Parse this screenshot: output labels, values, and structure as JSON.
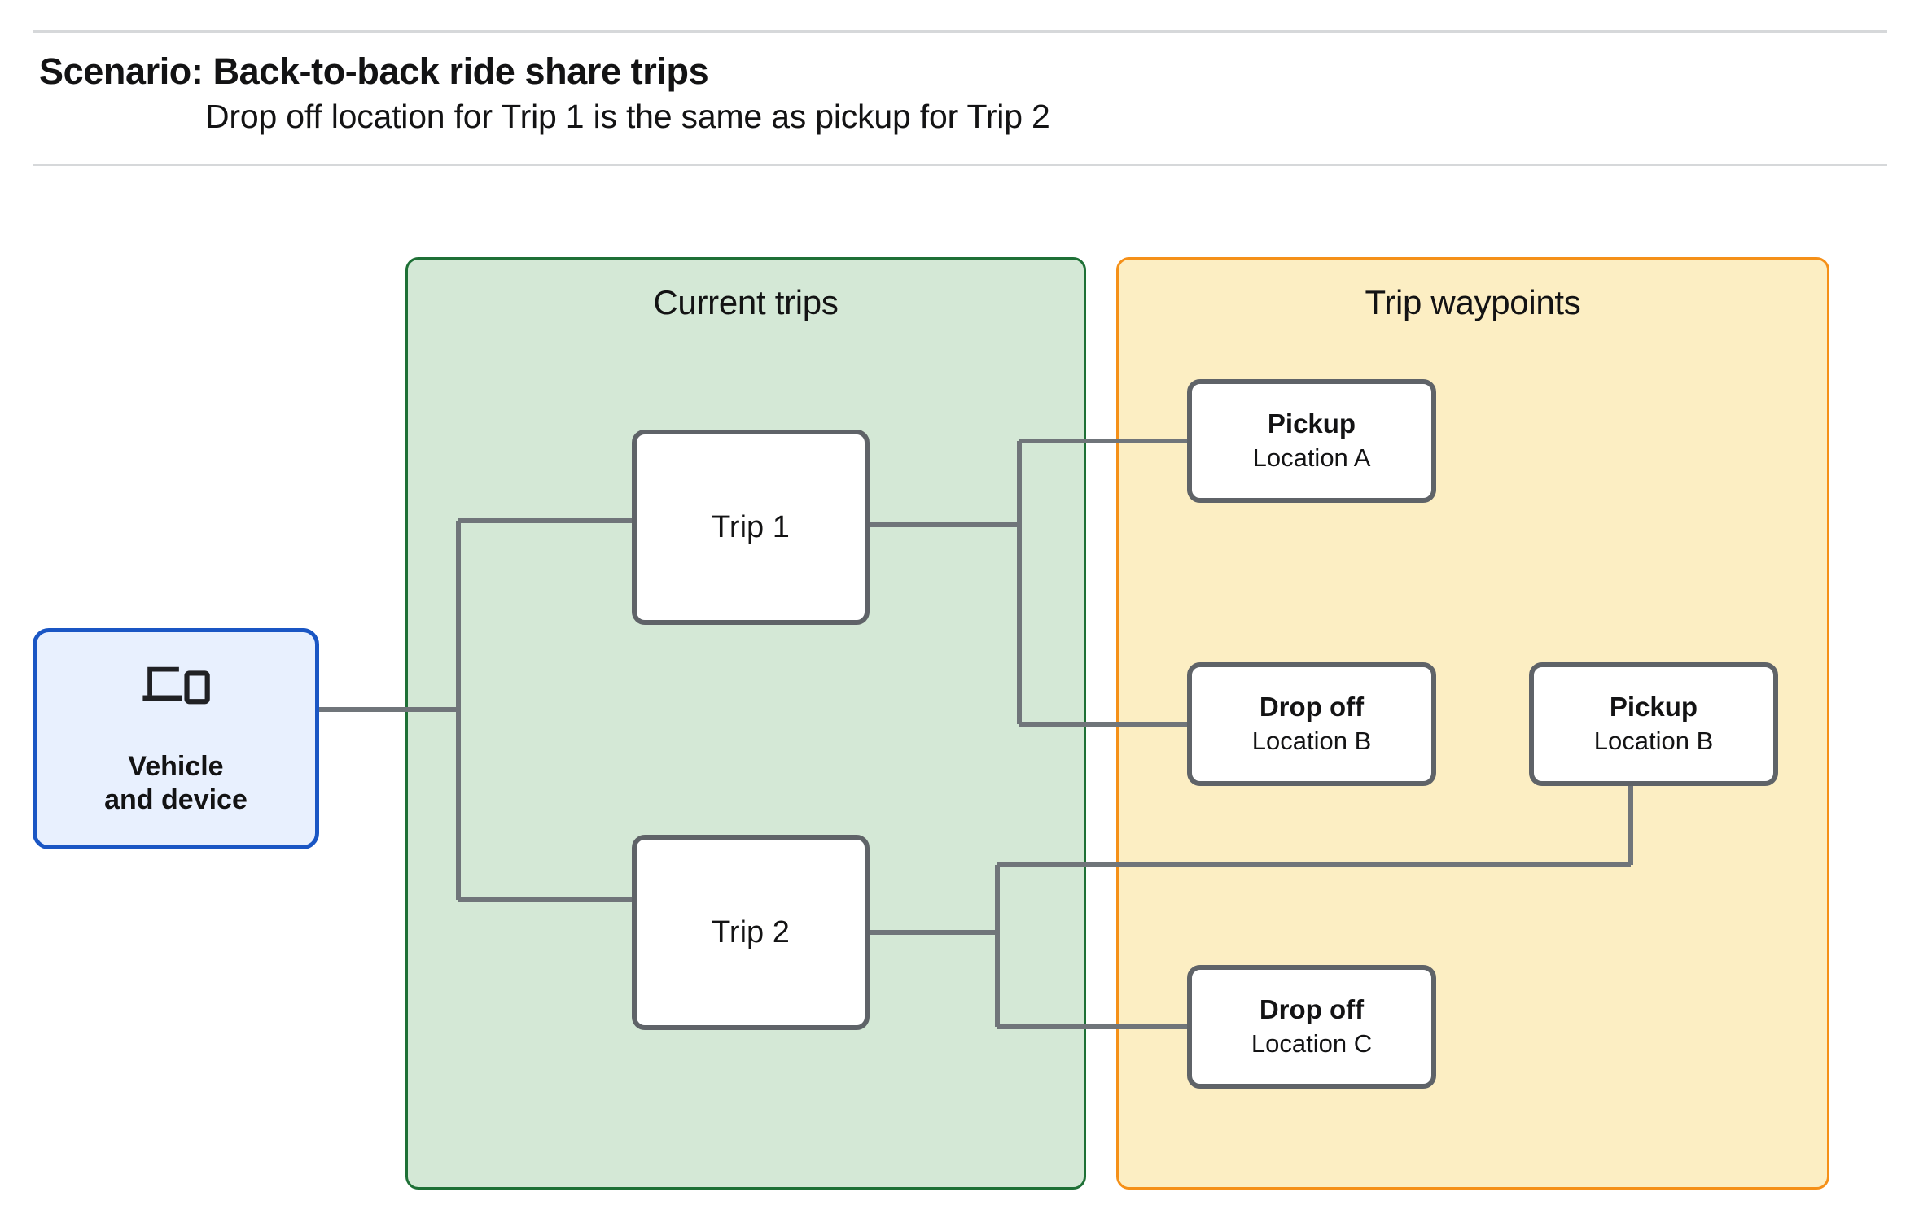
{
  "header": {
    "title": "Scenario: Back-to-back ride share trips",
    "subtitle": "Drop off  location for Trip 1 is the same as pickup for Trip 2"
  },
  "panels": [
    {
      "id": "current-trips",
      "title": "Current trips",
      "fill": "#d4e8d6",
      "border": "#1e7036"
    },
    {
      "id": "trip-waypoints",
      "title": "Trip waypoints",
      "fill": "#fceec3",
      "border": "#f59018"
    }
  ],
  "vehicle": {
    "icon": "devices-icon",
    "line1": "Vehicle",
    "line2": "and device",
    "fill": "#e8f0fe",
    "border": "#1a56c4"
  },
  "trips": [
    {
      "id": "trip-1",
      "label": "Trip 1"
    },
    {
      "id": "trip-2",
      "label": "Trip 2"
    }
  ],
  "waypoints": [
    {
      "id": "pickup-a",
      "type": "Pickup",
      "location": "Location A"
    },
    {
      "id": "dropoff-b",
      "type": "Drop off",
      "location": "Location B"
    },
    {
      "id": "pickup-b",
      "type": "Pickup",
      "location": "Location B"
    },
    {
      "id": "dropoff-c",
      "type": "Drop off",
      "location": "Location C"
    }
  ],
  "colors": {
    "connector": "#70757a",
    "node_border": "#5f6368",
    "node_fill": "#ffffff",
    "rule": "#d6d8da",
    "text": "#131314"
  }
}
